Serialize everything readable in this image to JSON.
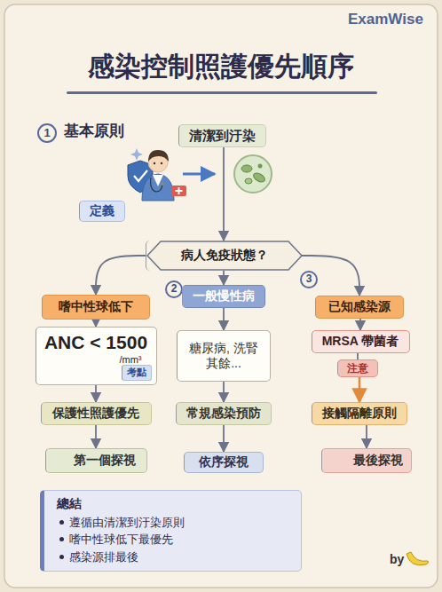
{
  "diagram": {
    "title": "感染控制照護優先順序",
    "nodes": [
      {
        "text": [
          "清潔到汙染"
        ]
      },
      {
        "text": [
          "定義"
        ]
      },
      {
        "text": [
          "病人免疫狀態？"
        ]
      },
      {
        "text": [
          "嗜中性球低下"
        ]
      },
      {
        "text": [
          "ANC < 1500",
          "/mm³"
        ]
      },
      {
        "text": [
          "考點"
        ],
        "in": 4
      },
      {
        "text": [
          "保護性照護優先"
        ]
      },
      {
        "text": [
          "第一個探視"
        ]
      },
      {
        "text": [
          "一般慢性病"
        ]
      },
      {
        "text": [
          "糖尿病, 洗腎 其餘..."
        ]
      },
      {
        "text": [
          "常規感染預防"
        ]
      },
      {
        "text": [
          "依序探視"
        ]
      },
      {
        "text": [
          "已知感染源"
        ]
      },
      {
        "text": [
          "MRSA 帶菌者"
        ]
      },
      {
        "text": [
          "注意"
        ]
      },
      {
        "text": [
          "接觸隔離原則"
        ]
      },
      {
        "text": [
          "最後探視"
        ]
      },
      {
        "text": [
          "總結",
          "遵循由清潔到汙染原則",
          "嗜中性球低下最優先",
          "感染源排最後"
        ]
      }
    ],
    "edges": [
      {
        "from": 0,
        "to": 2,
        "arrow": "to"
      },
      {
        "from": 2,
        "to": 3,
        "arrow": "to"
      },
      {
        "from": 2,
        "to": 8,
        "arrow": "to"
      },
      {
        "from": 2,
        "to": 12,
        "arrow": "to"
      },
      {
        "from": 3,
        "to": 4,
        "arrow": "to"
      },
      {
        "from": 4,
        "to": 6,
        "arrow": "to"
      },
      {
        "from": 6,
        "to": 7,
        "arrow": "to"
      },
      {
        "from": 8,
        "to": 9,
        "arrow": "to"
      },
      {
        "from": 9,
        "to": 10,
        "arrow": "to"
      },
      {
        "from": 10,
        "to": 11,
        "arrow": "to"
      },
      {
        "from": 12,
        "to": 13,
        "arrow": "to"
      },
      {
        "from": 13,
        "to": 14,
        "arrow": "none"
      },
      {
        "from": 14,
        "to": 15,
        "arrow": "to"
      },
      {
        "from": 15,
        "to": 16,
        "arrow": "to"
      }
    ],
    "labels": [
      "ExamWise",
      "1",
      "基本原則",
      "2",
      "3",
      "by"
    ]
  }
}
